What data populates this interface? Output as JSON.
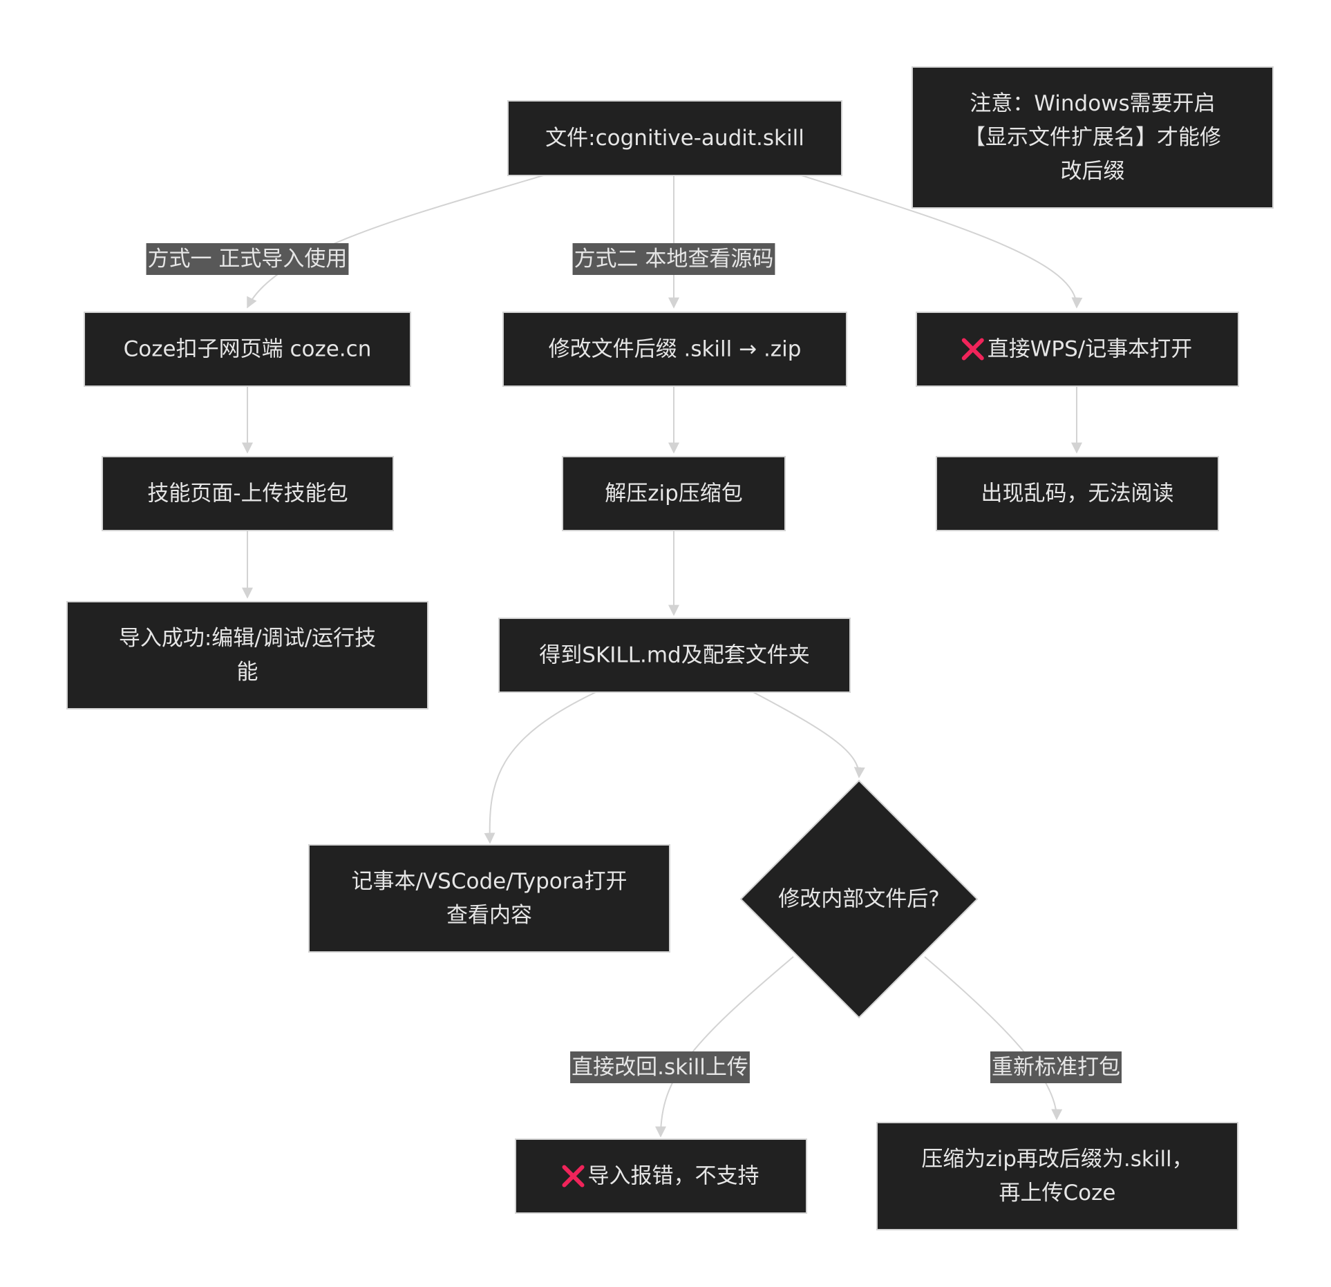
{
  "colors": {
    "node_fill": "#212121",
    "node_stroke": "#d3d3d3",
    "node_text": "#e6e6e6",
    "edge": "#d3d3d3",
    "label_bg": "#585858",
    "label_text": "#e6e6e6",
    "cross": "#f0245a"
  },
  "nodes": {
    "file": {
      "lines": [
        "文件:cognitive-audit.skill"
      ]
    },
    "note": {
      "lines": [
        "注意：Windows需要开启",
        "【显示文件扩展名】才能修",
        "改后缀"
      ]
    },
    "coze_web": {
      "lines": [
        "Coze扣子网页端 coze.cn"
      ]
    },
    "rename_ext": {
      "lines": [
        "修改文件后缀 .skill → .zip"
      ]
    },
    "open_wps": {
      "icon": "cross-icon",
      "lines": [
        "直接WPS/记事本打开"
      ]
    },
    "upload_skill": {
      "lines": [
        "技能页面-上传技能包"
      ]
    },
    "unzip": {
      "lines": [
        "解压zip压缩包"
      ]
    },
    "garbled": {
      "lines": [
        "出现乱码，无法阅读"
      ]
    },
    "import_ok": {
      "lines": [
        "导入成功:编辑/调试/运行技",
        "能"
      ]
    },
    "get_skill_md": {
      "lines": [
        "得到SKILL.md及配套文件夹"
      ]
    },
    "view_editor": {
      "lines": [
        "记事本/VSCode/Typora打开",
        "查看内容"
      ]
    },
    "modify_decision": {
      "lines": [
        "修改内部文件后?"
      ]
    },
    "import_error": {
      "icon": "cross-icon",
      "lines": [
        "导入报错，不支持"
      ]
    },
    "repack": {
      "lines": [
        "压缩为zip再改后缀为.skill，",
        "再上传Coze"
      ]
    }
  },
  "edge_labels": {
    "method1": "方式一 正式导入使用",
    "method2": "方式二 本地查看源码",
    "direct_rename": "直接改回.skill上传",
    "standard_repack": "重新标准打包"
  }
}
